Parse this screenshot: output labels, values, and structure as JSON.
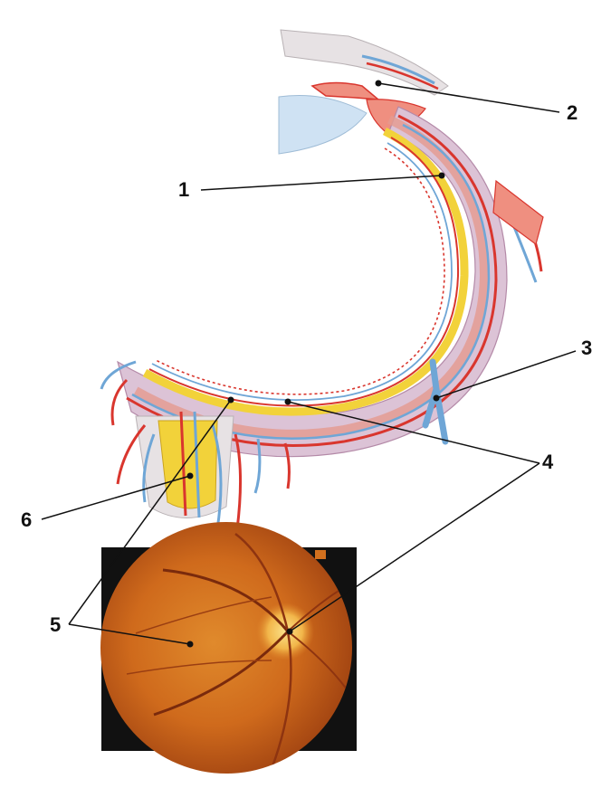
{
  "labels": {
    "one": "1",
    "two": "2",
    "three": "3",
    "four": "4",
    "five": "5",
    "six": "6"
  },
  "colors": {
    "artery": "#d9362e",
    "artery_light": "#ef8f80",
    "vein": "#6fa6d6",
    "vein_dark": "#3f7fb8",
    "choroid": "#dcc3d6",
    "retina": "#f2d23a",
    "sclera": "#e7e2e4",
    "lens": "#cfe2f3",
    "fundus_bg": "#111111",
    "fundus": "#d2701e"
  },
  "icons": {
    "diagram": "eye-cross-section-illustration",
    "photo": "retinal-fundus-photo"
  }
}
